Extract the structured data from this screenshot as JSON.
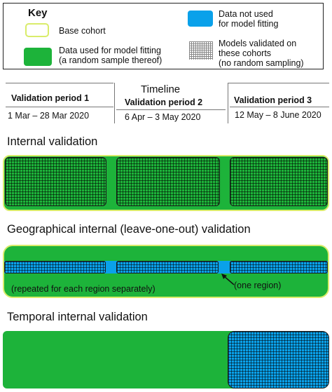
{
  "key": {
    "title": "Key",
    "items": [
      {
        "label_lines": [
          "Base cohort"
        ]
      },
      {
        "label_lines": [
          "Data used for model fitting",
          "(a random sample thereof)"
        ]
      },
      {
        "label_lines": [
          "Data not used",
          "for model fitting"
        ]
      },
      {
        "label_lines": [
          "Models validated on",
          "these cohorts",
          "(no random sampling)"
        ]
      }
    ]
  },
  "timeline": {
    "title": "Timeline",
    "periods": [
      {
        "name": "Validation period 1",
        "dates": "1 Mar –  28 Mar 2020"
      },
      {
        "name": "Validation period 2",
        "dates": "6 Apr –  3 May 2020"
      },
      {
        "name": "Validation period 3",
        "dates": "12 May –  8 June 2020"
      }
    ]
  },
  "sections": {
    "internal": {
      "title": "Internal validation"
    },
    "geographical": {
      "title": "Geographical internal (leave-one-out) validation",
      "note_repeated": "(repeated for each region separately)",
      "note_region": "(one region)"
    },
    "temporal": {
      "title": "Temporal internal validation"
    }
  },
  "colors": {
    "base_cohort_border": "#d9ec6a",
    "model_fitting_green": "#1db33a",
    "not_used_blue": "#0aa1ea",
    "grid_lines": "#1a1a1a"
  }
}
